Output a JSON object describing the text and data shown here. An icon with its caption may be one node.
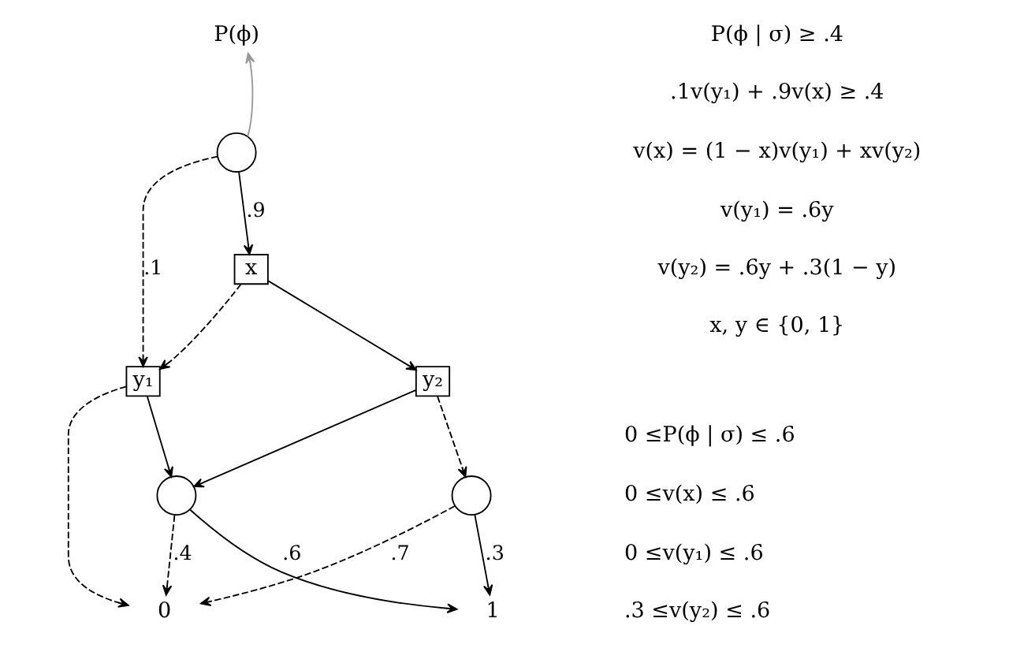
{
  "diagram": {
    "nodes": [
      {
        "text": [
          "P(ϕ)"
        ]
      },
      {
        "text": [],
        "shape": "circle"
      },
      {
        "text": [
          "x"
        ]
      },
      {
        "text": [
          "y₁"
        ]
      },
      {
        "text": [
          "y₂"
        ]
      },
      {
        "text": [],
        "shape": "circle"
      },
      {
        "text": [],
        "shape": "circle"
      },
      {
        "text": [
          "0"
        ]
      },
      {
        "text": [
          "1"
        ]
      }
    ],
    "edges": [
      {
        "from": 1,
        "to": 0,
        "arrow": "to",
        "color": "#999999"
      },
      {
        "from": 1,
        "to": 3,
        "arrow": "to",
        "label": ".1",
        "style": "dashed"
      },
      {
        "from": 1,
        "to": 2,
        "arrow": "to",
        "label": ".9"
      },
      {
        "from": 2,
        "to": 3,
        "arrow": "to",
        "style": "dashed"
      },
      {
        "from": 2,
        "to": 4,
        "arrow": "to"
      },
      {
        "from": 3,
        "to": 7,
        "arrow": "to",
        "style": "dashed"
      },
      {
        "from": 3,
        "to": 5,
        "arrow": "to"
      },
      {
        "from": 4,
        "to": 5,
        "arrow": "to"
      },
      {
        "from": 4,
        "to": 6,
        "arrow": "to",
        "style": "dashed"
      },
      {
        "from": 5,
        "to": 7,
        "arrow": "to",
        "label": ".4",
        "style": "dashed"
      },
      {
        "from": 5,
        "to": 8,
        "arrow": "to",
        "label": ".6"
      },
      {
        "from": 6,
        "to": 7,
        "arrow": "to",
        "label": ".7",
        "style": "dashed"
      },
      {
        "from": 6,
        "to": 8,
        "arrow": "to",
        "label": ".3"
      }
    ],
    "labels": [
      "P(ϕ | σ) ≥ .4",
      ".1v(y₁) + .9v(x) ≥ .4",
      "v(x) = (1 − x)v(y₁) + xv(y₂)",
      "v(y₁) = .6y",
      "v(y₂) = .6y + .3(1 − y)",
      "x, y ∈ {0, 1}",
      "0 ≤P(ϕ | σ) ≤ .6",
      "0 ≤v(x) ≤ .6",
      "0 ≤v(y₁) ≤ .6",
      ".3 ≤v(y₂) ≤ .6"
    ]
  }
}
